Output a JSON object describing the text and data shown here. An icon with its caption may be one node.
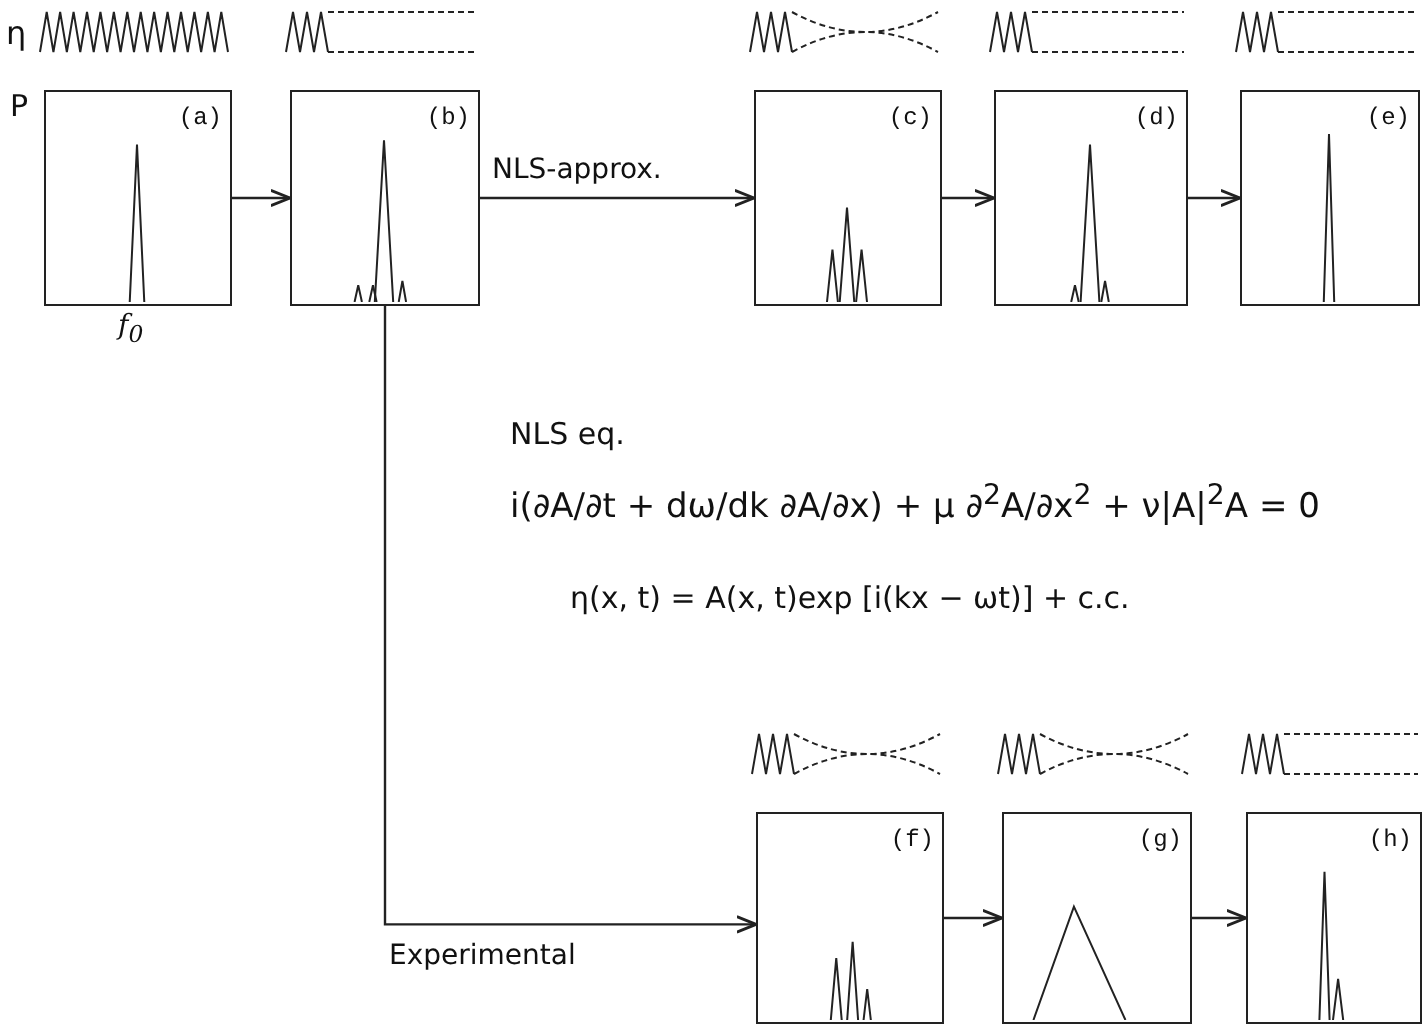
{
  "diagram": {
    "nodes": [
      {
        "text": [
          "(a)"
        ],
        "beside": [
          "f$_{0}$"
        ]
      },
      {
        "text": [
          "(b)"
        ]
      },
      {
        "text": [
          "(c)"
        ]
      },
      {
        "text": [
          "(d)"
        ]
      },
      {
        "text": [
          "(e)"
        ]
      },
      {
        "text": [
          "(f)"
        ]
      },
      {
        "text": [
          "(g)"
        ]
      },
      {
        "text": [
          "(h)"
        ]
      }
    ],
    "edges": [
      {
        "from": 0,
        "to": 1,
        "arrow": "to"
      },
      {
        "from": 1,
        "to": 2,
        "arrow": "to",
        "label": "NLS-approx."
      },
      {
        "from": 2,
        "to": 3,
        "arrow": "to"
      },
      {
        "from": 3,
        "to": 4,
        "arrow": "to"
      },
      {
        "from": 1,
        "to": 5,
        "arrow": "to",
        "label": "Experimental"
      },
      {
        "from": 5,
        "to": 6,
        "arrow": "to"
      },
      {
        "from": 6,
        "to": 7,
        "arrow": "to"
      }
    ],
    "labels": [
      "η",
      "P",
      "NLS eq.",
      "i(∂A/∂t + dω/dk ∂A/∂x) + μ ∂$^{2}$A/∂x$^{2}$ + ν|A|$^{2}$A = 0",
      "η(x, t) = A(x, t)exp [i(kx − ωt)] + c.c."
    ]
  }
}
